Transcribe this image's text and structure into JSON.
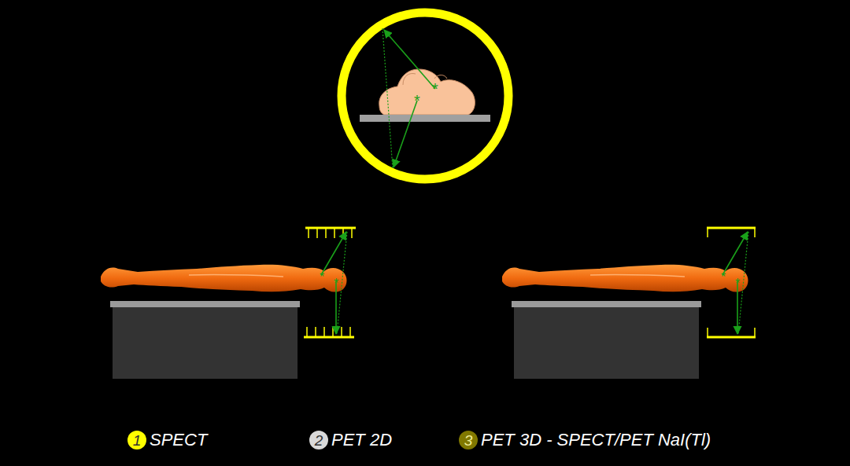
{
  "diagram": {
    "labels": [
      "1",
      "2",
      "3"
    ],
    "legend": [
      {
        "text": "SPECT",
        "color": "#ffff00"
      },
      {
        "text": "PET 2D",
        "color": "#d9d9d9"
      },
      {
        "text": "PET 3D - SPECT/PET NaI(Tl)",
        "color": "#807800"
      }
    ]
  }
}
